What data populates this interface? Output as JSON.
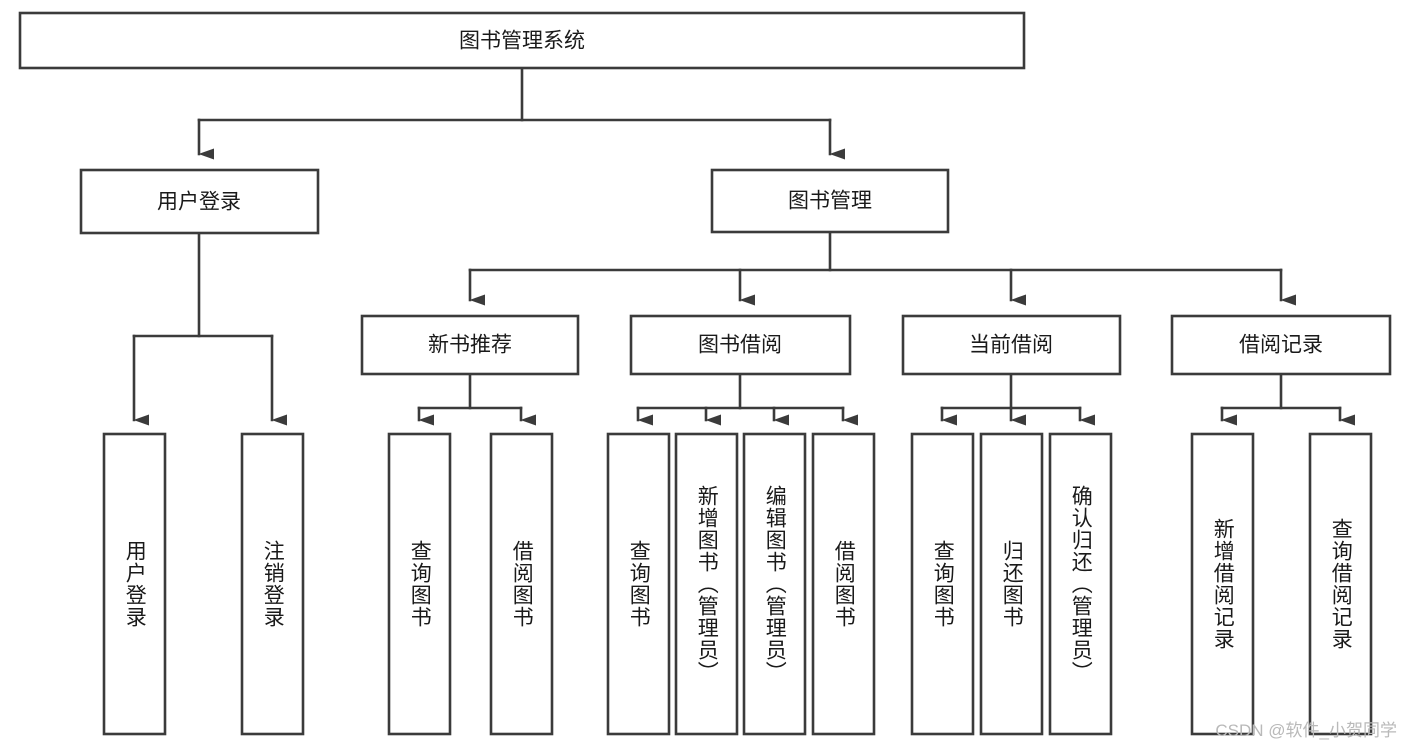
{
  "diagram": {
    "type": "tree-hierarchy",
    "title": "图书管理系统",
    "orientation": "top-down",
    "colors": {
      "box_stroke": "#3b3b3b",
      "box_fill": "#ffffff",
      "connector": "#3b3b3b",
      "text": "#1a1a1a",
      "background": "#ffffff",
      "watermark": "#b9b9b9"
    },
    "levels": {
      "root": {
        "label": "图书管理系统"
      },
      "level2": [
        {
          "label": "用户登录"
        },
        {
          "label": "图书管理"
        }
      ],
      "level3": [
        {
          "label": "新书推荐"
        },
        {
          "label": "图书借阅"
        },
        {
          "label": "当前借阅"
        },
        {
          "label": "借阅记录"
        }
      ],
      "leaves": [
        {
          "label": "用户登录",
          "parent": "用户登录"
        },
        {
          "label": "注销登录",
          "parent": "用户登录"
        },
        {
          "label": "查询图书",
          "parent": "新书推荐"
        },
        {
          "label": "借阅图书",
          "parent": "新书推荐"
        },
        {
          "label": "查询图书",
          "parent": "图书借阅"
        },
        {
          "label": "新增图书（管理员）",
          "parent": "图书借阅"
        },
        {
          "label": "编辑图书（管理员）",
          "parent": "图书借阅"
        },
        {
          "label": "借阅图书",
          "parent": "图书借阅"
        },
        {
          "label": "查询图书",
          "parent": "当前借阅"
        },
        {
          "label": "归还图书",
          "parent": "当前借阅"
        },
        {
          "label": "确认归还（管理员）",
          "parent": "当前借阅"
        },
        {
          "label": "新增借阅记录",
          "parent": "借阅记录"
        },
        {
          "label": "查询借阅记录",
          "parent": "借阅记录"
        }
      ]
    }
  },
  "watermark": {
    "text": "CSDN @软件_小贺同学"
  }
}
